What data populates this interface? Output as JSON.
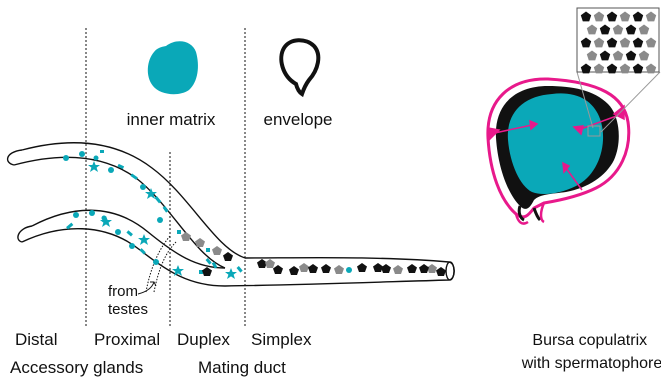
{
  "labels": {
    "inner_matrix": "inner matrix",
    "envelope": "envelope",
    "from_testes_line1": "from",
    "from_testes_line2": "testes",
    "region_distal": "Distal",
    "region_proximal": "Proximal",
    "region_duplex": "Duplex",
    "region_simplex": "Simplex",
    "group_accessory": "Accessory glands",
    "group_mating": "Mating duct",
    "bursa_line1": "Bursa copulatrix",
    "bursa_line2": "with spermatophore"
  },
  "colors": {
    "teal": "#0aa8b8",
    "magenta": "#e8198b",
    "black": "#111111",
    "gray": "#8a8a8a",
    "white": "#ffffff"
  },
  "icons": {
    "teal_shapes": [
      "dot",
      "star",
      "dash",
      "square"
    ],
    "pellet_shapes": [
      "pentagon",
      "pentagon-gray",
      "dot-teal"
    ],
    "arrows": "magenta-double-arrow"
  }
}
